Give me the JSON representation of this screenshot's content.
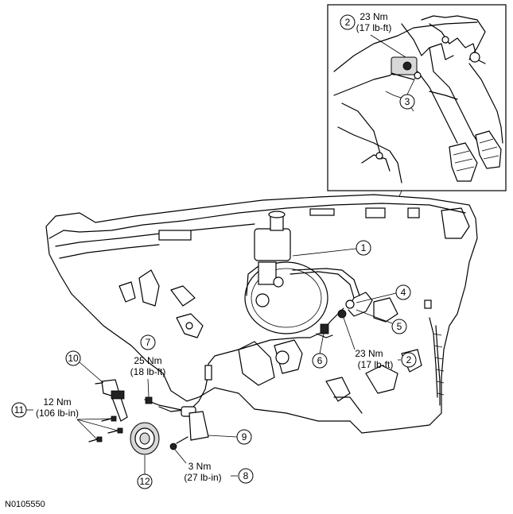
{
  "figure_id": "N0105550",
  "callouts": {
    "c1": "1",
    "c2a": "2",
    "c2b": "2",
    "c3": "3",
    "c4": "4",
    "c5": "5",
    "c6": "6",
    "c7": "7",
    "c8": "8",
    "c9": "9",
    "c10": "10",
    "c11": "11",
    "c12": "12"
  },
  "torque": {
    "t_inset": {
      "nm": "23 Nm",
      "lbft": "(17 lb-ft)"
    },
    "t_main2": {
      "nm": "23 Nm",
      "lbft": "(17 lb-ft)"
    },
    "t7": {
      "nm": "25 Nm",
      "lbft": "(18 lb-ft)"
    },
    "t8": {
      "nm": "3 Nm",
      "lbft": "(27 lb-in)"
    },
    "t11": {
      "nm": "12 Nm",
      "lbft": "(106 lb-in)"
    }
  }
}
